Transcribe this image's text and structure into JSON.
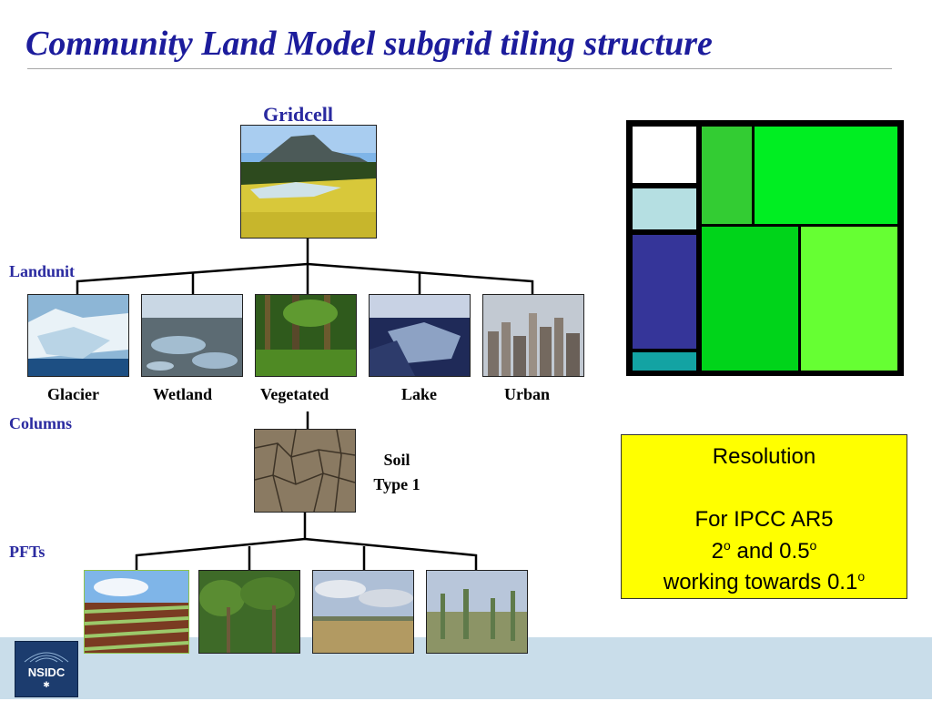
{
  "slide": {
    "title": "Community Land Model subgrid tiling structure"
  },
  "hierarchy": {
    "gridcell_label": "Gridcell",
    "landunit_label": "Landunit",
    "columns_label": "Columns",
    "pfts_label": "PFTs",
    "landunits": [
      "Glacier",
      "Wetland",
      "Vegetated",
      "Lake",
      "Urban"
    ],
    "column": {
      "line1": "Soil",
      "line2": "Type 1"
    }
  },
  "resolution_box": {
    "heading": "Resolution",
    "line1": "For IPCC AR5",
    "line2_a": "2",
    "line2_sup_a": "o",
    "line2_b": " and 0.5",
    "line2_sup_b": "o",
    "line3_a": "working towards 0.1",
    "line3_sup": "o"
  },
  "tile_colors": {
    "glacier": "#ffffff",
    "wetland": "#b5dfe2",
    "lake": "#353599",
    "urban": "#13a3a3",
    "pft_1": "#33cc33",
    "pft_2": "#00ee22",
    "pft_3": "#00d41a",
    "pft_4": "#66ff33"
  },
  "logo": {
    "text": "NSIDC",
    "icon": "nsidc-logo-icon"
  }
}
